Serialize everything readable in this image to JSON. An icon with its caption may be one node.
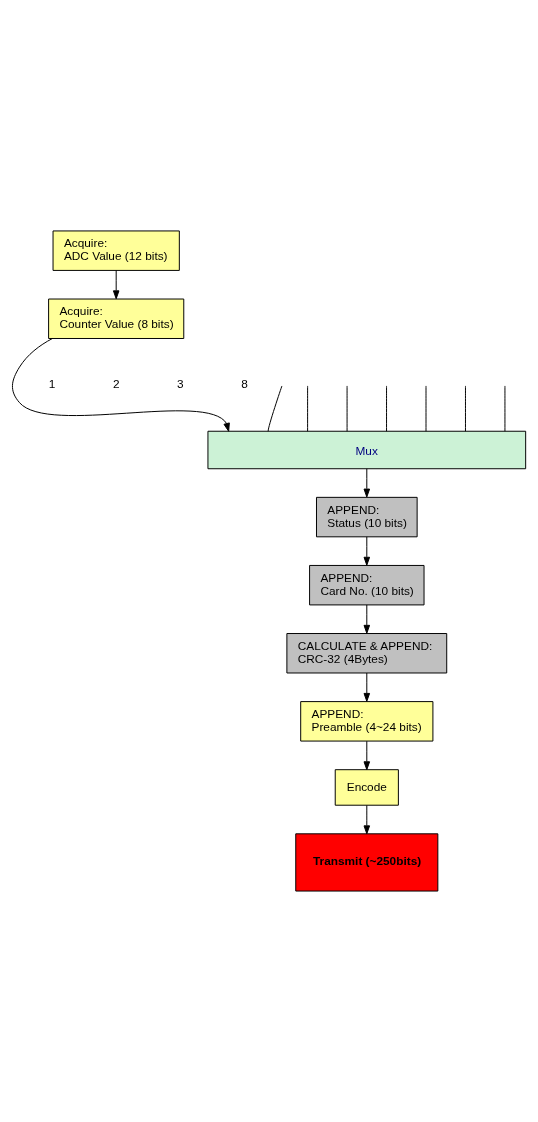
{
  "diagram": {
    "nodes": [
      {
        "text": [
          "Acquire:",
          "ADC Value (12 bits)"
        ]
      },
      {
        "text": [
          "Acquire:",
          "Counter Value (8 bits)"
        ]
      },
      {
        "text": [
          "Mux"
        ]
      },
      {
        "text": [
          "APPEND:",
          "Status (10 bits)"
        ]
      },
      {
        "text": [
          "APPEND:",
          "Card No. (10 bits)"
        ]
      },
      {
        "text": [
          "CALCULATE & APPEND:",
          "CRC-32 (4Bytes)"
        ]
      },
      {
        "text": [
          "APPEND:",
          "Preamble (4~24 bits)"
        ]
      },
      {
        "text": [
          "Encode"
        ]
      },
      {
        "text": [
          "Transmit (~250bits)"
        ]
      }
    ],
    "edges": [
      {
        "from": 0,
        "to": 1,
        "arrow": "to"
      },
      {
        "from": 1,
        "to": 2,
        "arrow": "to"
      },
      {
        "from": null,
        "to": 2,
        "arrow": "none"
      },
      {
        "from": null,
        "to": 2,
        "arrow": "none"
      },
      {
        "from": null,
        "to": 2,
        "arrow": "none"
      },
      {
        "from": null,
        "to": 2,
        "arrow": "none"
      },
      {
        "from": null,
        "to": 2,
        "arrow": "none"
      },
      {
        "from": null,
        "to": 2,
        "arrow": "none"
      },
      {
        "from": null,
        "to": 2,
        "arrow": "none"
      },
      {
        "from": 2,
        "to": 3,
        "arrow": "to"
      },
      {
        "from": 3,
        "to": 4,
        "arrow": "to"
      },
      {
        "from": 4,
        "to": 5,
        "arrow": "to"
      },
      {
        "from": 5,
        "to": 6,
        "arrow": "to"
      },
      {
        "from": 6,
        "to": 7,
        "arrow": "to"
      },
      {
        "from": 7,
        "to": 8,
        "arrow": "to"
      }
    ],
    "labels": [
      "1",
      "2",
      "3",
      "8"
    ]
  }
}
